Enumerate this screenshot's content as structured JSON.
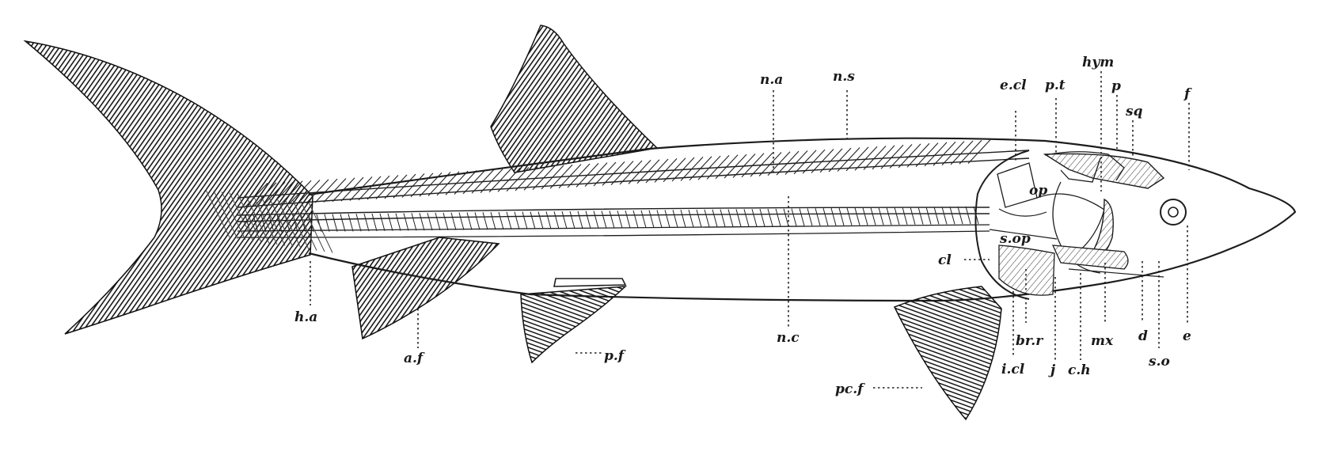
{
  "labels": {
    "n_a": "n.a",
    "n_s": "n.s",
    "e_cl": "e.cl",
    "p_t": "p.t",
    "hym": "hym",
    "p": "p",
    "sq": "sq",
    "f": "f",
    "op": "op",
    "s_op": "s.op",
    "cl": "cl",
    "h_a": "h.a",
    "a_f": "a.f",
    "p_f": "p.f",
    "n_c": "n.c",
    "pc_f": "pc.f",
    "i_cl": "i.cl",
    "br_r": "br.r",
    "j": "j",
    "c_h": "c.h",
    "mx": "mx",
    "d": "d",
    "e": "e",
    "s_o": "s.o"
  }
}
